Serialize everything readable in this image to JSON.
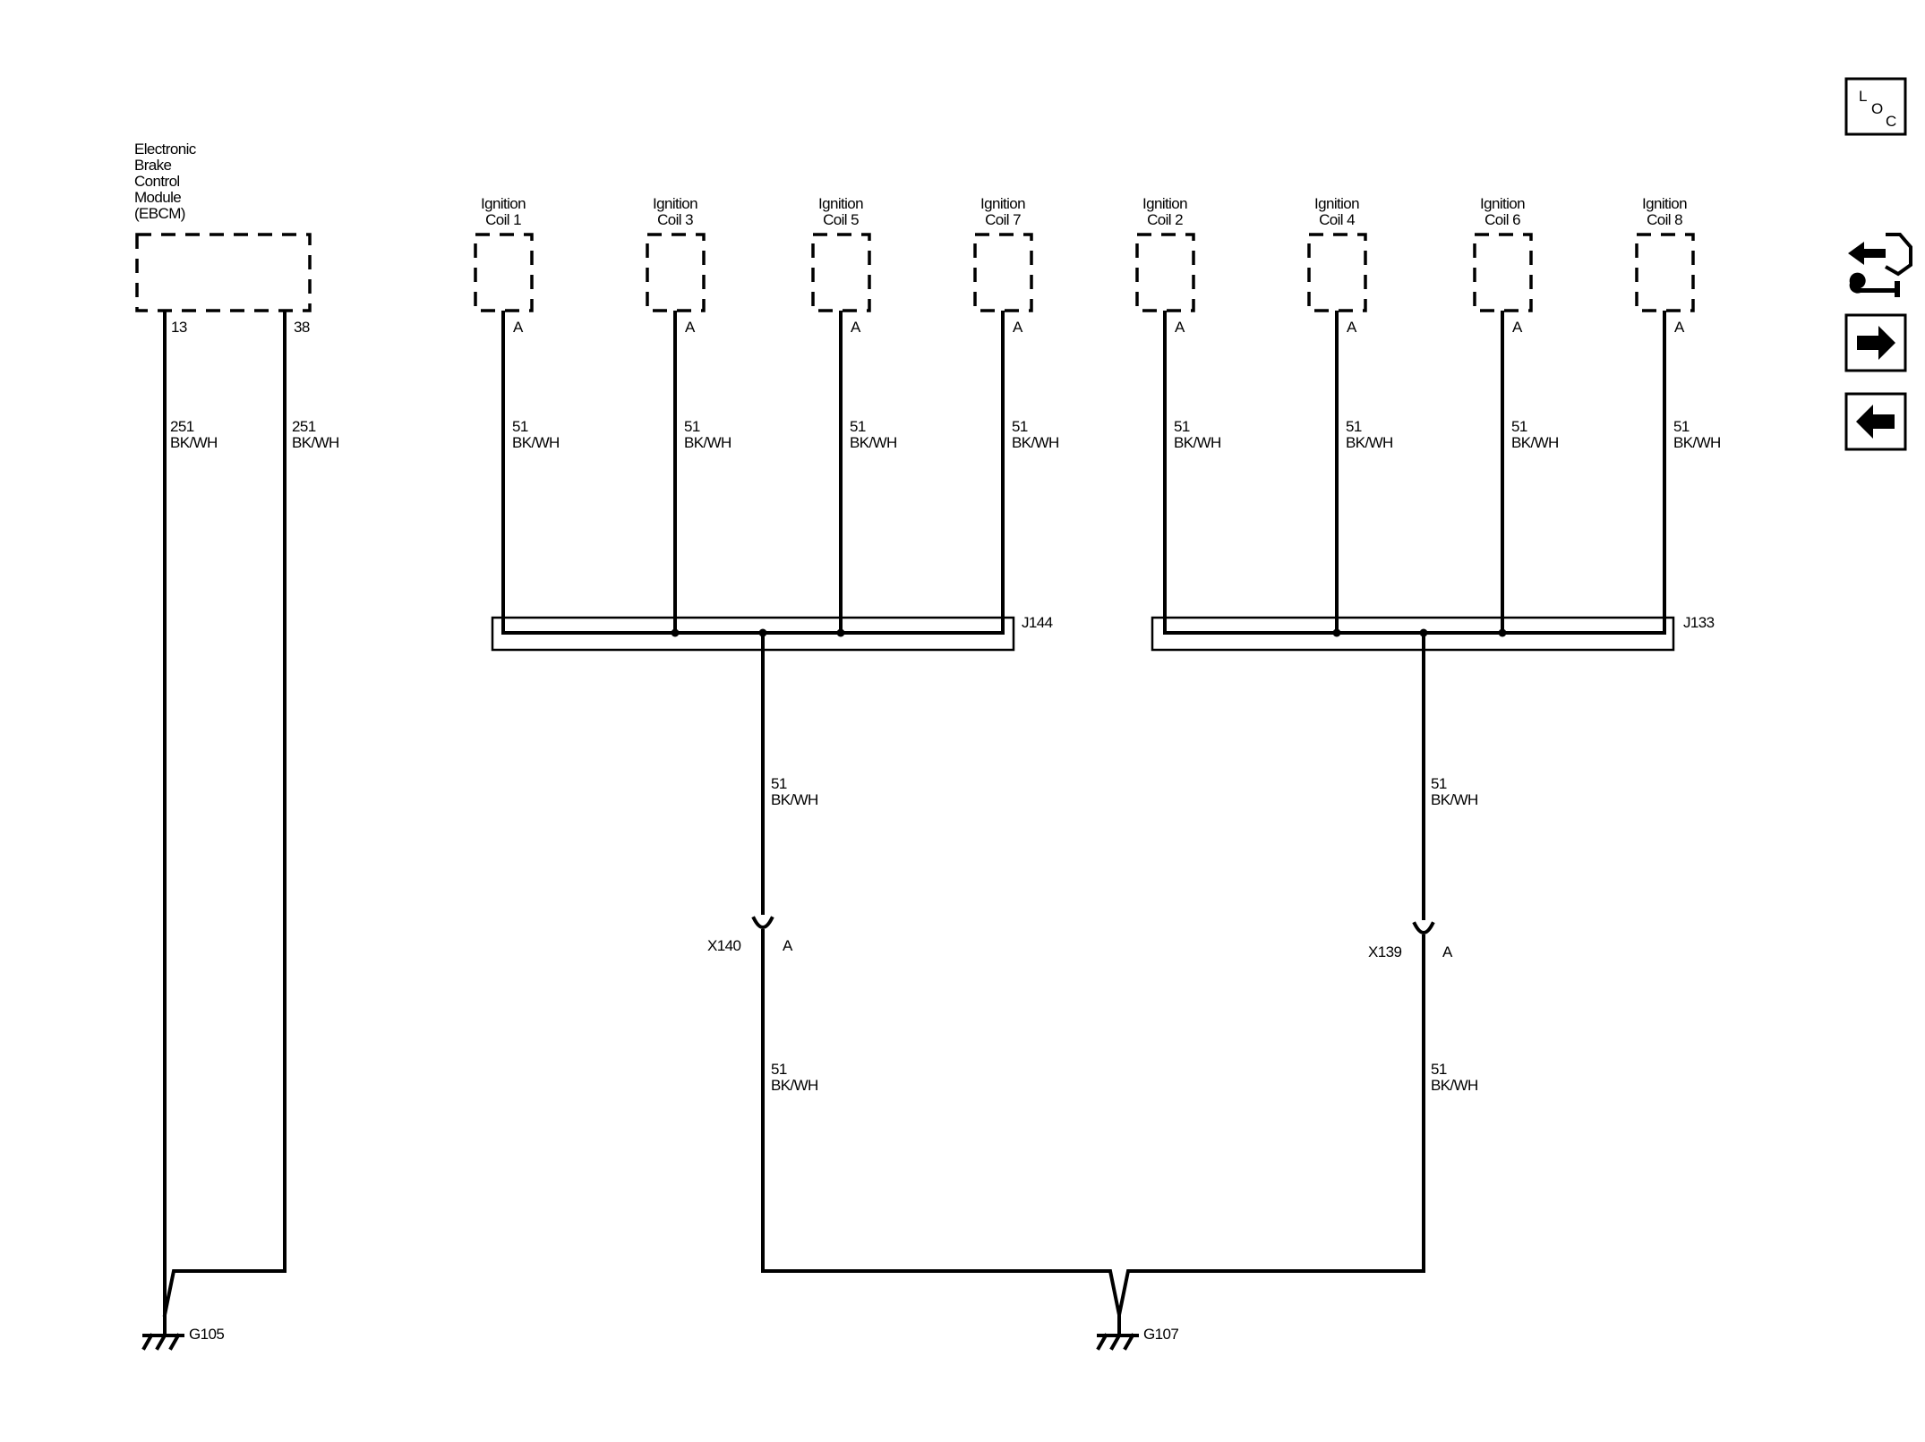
{
  "ebcm": {
    "label_lines": [
      "Electronic",
      "Brake",
      "Control",
      "Module",
      "(EBCM)"
    ],
    "pins": [
      "13",
      "38"
    ],
    "wires": [
      {
        "circuit": "251",
        "color": "BK/WH"
      },
      {
        "circuit": "251",
        "color": "BK/WH"
      }
    ]
  },
  "coils_left": [
    {
      "line1": "Ignition",
      "line2": "Coil 1",
      "pin": "A",
      "circuit": "51",
      "color": "BK/WH"
    },
    {
      "line1": "Ignition",
      "line2": "Coil 3",
      "pin": "A",
      "circuit": "51",
      "color": "BK/WH"
    },
    {
      "line1": "Ignition",
      "line2": "Coil 5",
      "pin": "A",
      "circuit": "51",
      "color": "BK/WH"
    },
    {
      "line1": "Ignition",
      "line2": "Coil 7",
      "pin": "A",
      "circuit": "51",
      "color": "BK/WH"
    }
  ],
  "coils_right": [
    {
      "line1": "Ignition",
      "line2": "Coil 2",
      "pin": "A",
      "circuit": "51",
      "color": "BK/WH"
    },
    {
      "line1": "Ignition",
      "line2": "Coil 4",
      "pin": "A",
      "circuit": "51",
      "color": "BK/WH"
    },
    {
      "line1": "Ignition",
      "line2": "Coil 6",
      "pin": "A",
      "circuit": "51",
      "color": "BK/WH"
    },
    {
      "line1": "Ignition",
      "line2": "Coil 8",
      "pin": "A",
      "circuit": "51",
      "color": "BK/WH"
    }
  ],
  "splices": {
    "left": "J144",
    "right": "J133"
  },
  "left_harness": {
    "upper_wire": {
      "circuit": "51",
      "color": "BK/WH"
    },
    "connector": {
      "name": "X140",
      "pin": "A"
    },
    "lower_wire": {
      "circuit": "51",
      "color": "BK/WH"
    }
  },
  "right_harness": {
    "upper_wire": {
      "circuit": "51",
      "color": "BK/WH"
    },
    "connector": {
      "name": "X139",
      "pin": "A"
    },
    "lower_wire": {
      "circuit": "51",
      "color": "BK/WH"
    }
  },
  "grounds": {
    "ebcm": "G105",
    "coils": "G107"
  },
  "toolbar": {
    "loc": {
      "l": "L",
      "o": "O",
      "c": "C"
    },
    "icons": [
      "connector-info-icon",
      "arrow-right-icon",
      "arrow-left-icon"
    ]
  }
}
